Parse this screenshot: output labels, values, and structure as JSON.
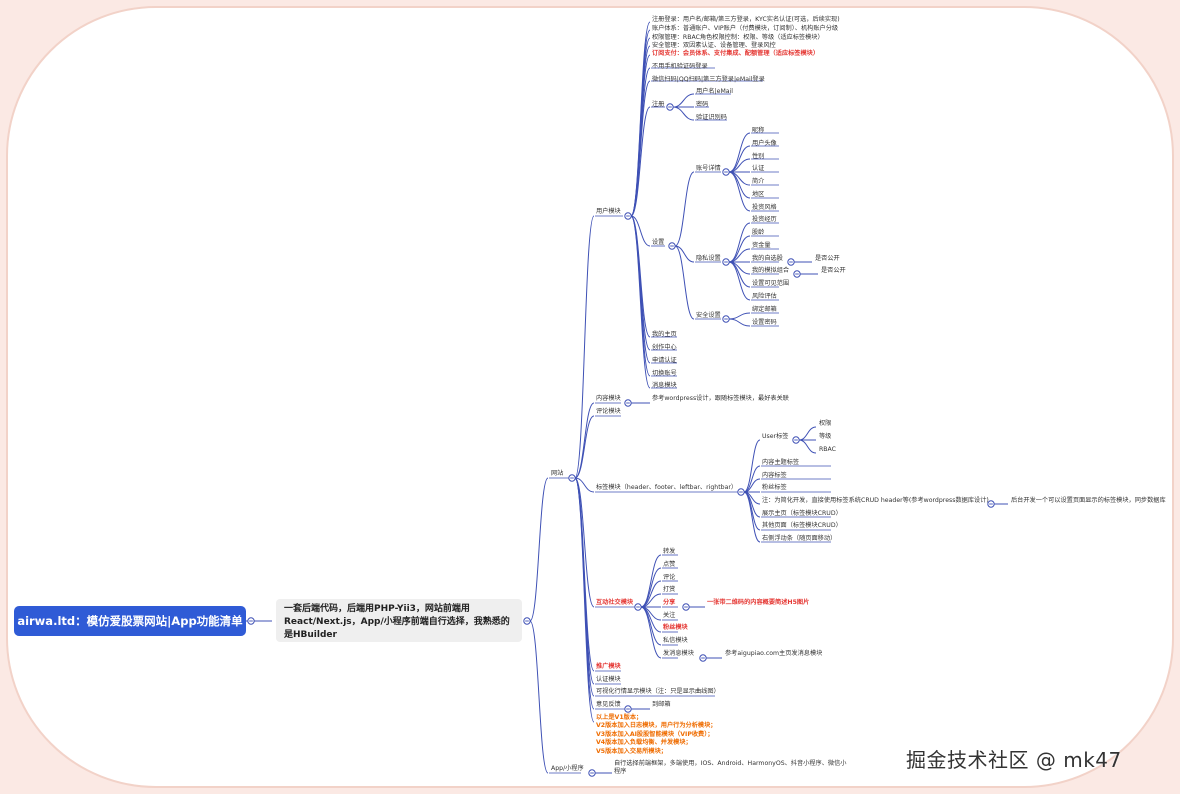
{
  "root_title": "airwa.ltd：模仿爱股票网站|App功能清单",
  "summary": "一套后端代码，后端用PHP-Yii3，网站前端用React/Next.js，App/小程序前端自行选择，我熟悉的是HBuilder",
  "watermark": "掘金技术社区 @ mk47",
  "colors": {
    "line": "#3f51b5",
    "root_bg": "#2f5bd6",
    "red": "#e53935",
    "orange": "#ef6c00"
  },
  "nodes": {
    "website": "网站",
    "app": "App/小程序",
    "app_desc_1": "自行选择前端框架，多端使用，IOS、Android、HarmonyOS、抖音小程序、微信小",
    "app_desc_2": "程序",
    "user": {
      "label": "用户模块",
      "reg_login": "注册登录：用户名/邮箱/第三方登录，KYC实名认证(可选，后续实现)",
      "account": "账户体系：普通账户、VIP账户（付费模块，订阅制）、机构账户分级",
      "rbac": "权限管理：RBAC角色权限控制：权限、等级（适应标签模块）",
      "security": "安全管理：双因素认证、设备管理、登录风控",
      "subscribe": "订阅支付：会员体系、支付集成、配额管理（适应标签模块）",
      "no_sms": "不用手机验证码登录",
      "third_login": "微信扫码|QQ扫码|第三方登录|eMail登录",
      "register": "注册",
      "reg_items": [
        "用户名|eMail",
        "密码",
        "验证识别码"
      ],
      "settings": "设置",
      "account_detail": "账号详情",
      "account_items": [
        "昵称",
        "用户头像",
        "性别",
        "认证",
        "简介",
        "地区",
        "投资风格"
      ],
      "privacy": "隐私设置",
      "privacy_items": [
        "投资经历",
        "股龄",
        "资金量",
        "我的自选股",
        "我的模拟组合",
        "设置可见范围",
        "风险评估"
      ],
      "public_1": "是否公开",
      "public_2": "是否公开",
      "security_settings": "安全设置",
      "security_items": [
        "绑定邮箱",
        "设置密码"
      ],
      "others": [
        "我的主页",
        "创作中心",
        "申请认证",
        "切换账号",
        "消息模块"
      ]
    },
    "content": "内容模块",
    "content_note": "参考wordpress设计，跟随标签模块，最好表关联",
    "comment": "评论模块",
    "tag": {
      "label": "标签模块（header、footer、leftbar、rightbar）",
      "user_tag": "User标签",
      "user_tag_items": [
        "权限",
        "等级",
        "RBAC"
      ],
      "items": [
        "内容主题标签",
        "内容标签",
        "粉丝标签",
        "注：为简化开发，直接使用标签系统CRUD header等(参考wordpress数据库设计)",
        "展示主页（标签模块CRUD）",
        "其他页面（标签模块CRUD）",
        "右侧浮动条（随页面移动）"
      ],
      "backend_note": "后台开发一个可以设置页面显示的标签模块，同步数据库"
    },
    "social": {
      "label": "互动社交模块",
      "items": [
        "转发",
        "点赞",
        "评论",
        "打赏",
        "分享",
        "关注",
        "粉丝模块",
        "私信模块",
        "发消息模块"
      ],
      "share_note": "一张带二维码的内容概要简述H5图片",
      "msg_note": "参考aigupiao.com主页发消息模块"
    },
    "promo": "推广模块",
    "verify": "认证模块",
    "visual": "可视化行情显示模块（注：只是显示曲线图）",
    "feedback": "意见反馈",
    "feedback_note": "到邮箱",
    "versions": [
      "以上是V1版本；",
      "V2版本加入日志模块，用户行为分析模块；",
      "V3版本加入AI股股智能模块（VIP收费）；",
      "V4版本加入负载均衡、并发模块；",
      "V5版本加入交易所模块；"
    ]
  }
}
